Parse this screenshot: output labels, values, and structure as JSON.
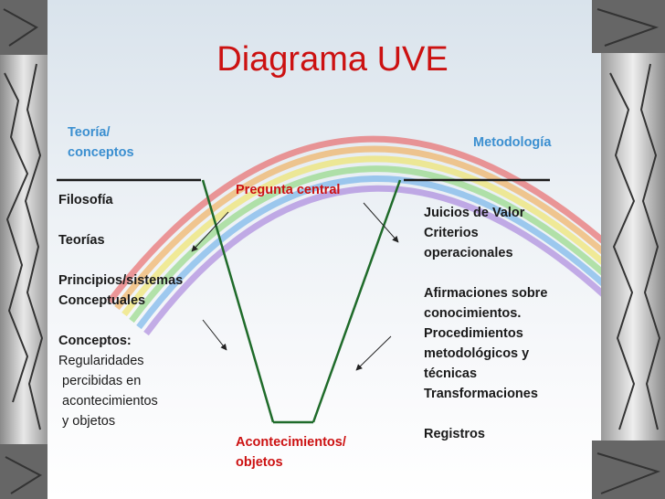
{
  "title": "Diagrama UVE",
  "left_heading": [
    "Teoría/",
    "conceptos"
  ],
  "right_heading": "Metodología",
  "central_question": "Pregunta central",
  "events": [
    "Acontecimientos/",
    "objetos"
  ],
  "left_column": {
    "filosofia": "Filosofía",
    "teorias": "Teorías",
    "principios": [
      "Principios/sistemas",
      "Conceptuales"
    ],
    "conceptos": "Conceptos:",
    "conceptos_detail": [
      "Regularidades",
      " percibidas en",
      " acontecimientos",
      " y objetos"
    ]
  },
  "right_column": {
    "juicios": "Juicios de Valor",
    "criterios": [
      "Criterios",
      "operacionales"
    ],
    "afirmaciones": [
      "Afirmaciones sobre",
      "conocimientos."
    ],
    "procedimientos": [
      "Procedimientos",
      "metodológicos y",
      "técnicas"
    ],
    "transformaciones": "Transformaciones",
    "registros": "Registros"
  },
  "colors": {
    "title": "#cc1111",
    "heading": "#3b8fd0",
    "labels": "#cc1111",
    "vee": "#1f6b2a",
    "text": "#1a1a1a"
  }
}
